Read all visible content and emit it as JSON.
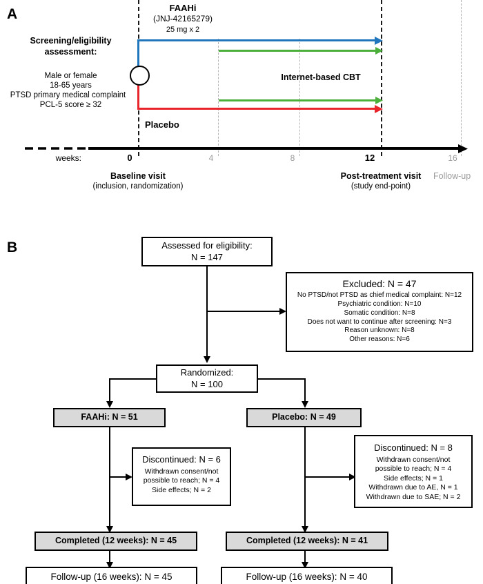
{
  "figure": {
    "panel_a_label": "A",
    "panel_b_label": "B"
  },
  "panel_a": {
    "screening": {
      "title_line1": "Screening/eligibility",
      "title_line2": "assessment:",
      "criteria": [
        "Male or female",
        "18-65 years",
        "PTSD primary medical complaint",
        "PCL-5 score ≥ 32"
      ]
    },
    "arms": {
      "faahi_title": "FAAHi",
      "faahi_compound": "(JNJ-42165279)",
      "faahi_dose": "25 mg x 2",
      "placebo_label": "Placebo",
      "cbt_label": "Internet-based CBT"
    },
    "axis": {
      "weeks_label": "weeks:",
      "ticks": [
        {
          "value": "0",
          "emphasis": "bold"
        },
        {
          "value": "4",
          "emphasis": "gray"
        },
        {
          "value": "8",
          "emphasis": "gray"
        },
        {
          "value": "12",
          "emphasis": "bold"
        },
        {
          "value": "16",
          "emphasis": "gray"
        }
      ]
    },
    "visits": {
      "baseline_title": "Baseline visit",
      "baseline_sub": "(inclusion, randomization)",
      "post_title": "Post-treatment visit",
      "post_sub": "(study end-point)",
      "followup_label": "Follow-up"
    },
    "colors": {
      "faahi_arm": "#1f76bc",
      "placebo_arm": "#e8232a",
      "cbt_arm": "#4caf3c",
      "axis": "#000000",
      "gridline_muted": "#b4b4b4"
    }
  },
  "panel_b": {
    "assessed": {
      "line1": "Assessed for eligibility:",
      "line2": "N = 147"
    },
    "excluded": {
      "title": "Excluded: N = 47",
      "reasons": [
        "No PTSD/not PTSD as chief medical complaint: N=12",
        "Psychiatric condition: N=10",
        "Somatic condition: N=8",
        "Does not want to continue after screening: N=3",
        "Reason unknown: N=8",
        "Other reasons: N=6"
      ]
    },
    "randomized": {
      "line1": "Randomized:",
      "line2": "N = 100"
    },
    "left_arm": {
      "allocation": "FAAHi: N = 51",
      "discontinued_title": "Discontinued: N = 6",
      "discontinued_reasons": [
        "Withdrawn consent/not",
        "possible to reach; N = 4",
        "Side effects; N = 2"
      ],
      "completed": "Completed (12 weeks): N = 45",
      "followup": "Follow-up (16 weeks): N = 45"
    },
    "right_arm": {
      "allocation": "Placebo: N = 49",
      "discontinued_title": "Discontinued: N = 8",
      "discontinued_reasons": [
        "Withdrawn consent/not",
        "possible to reach; N = 4",
        "Side effects; N = 1",
        "Withdrawn due to AE, N = 1",
        "Withdrawn due to SAE; N = 2"
      ],
      "completed": "Completed (12 weeks): N = 41",
      "followup": "Follow-up (16 weeks): N = 40"
    },
    "colors": {
      "box_border": "#000000",
      "shaded_fill": "#d9d9d9"
    }
  }
}
